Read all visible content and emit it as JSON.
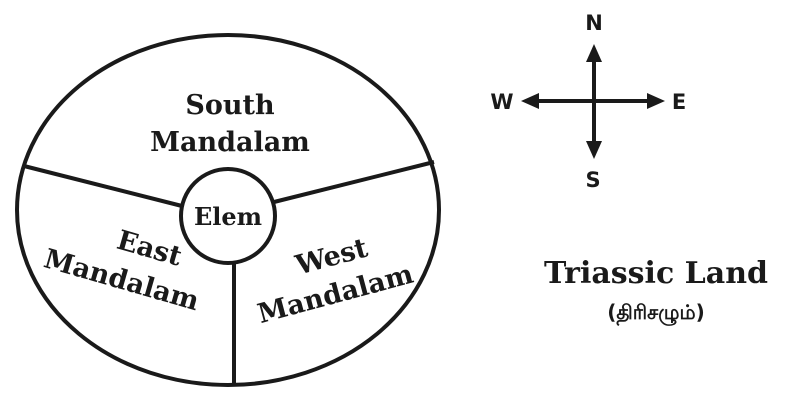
{
  "colors": {
    "ink": "#1a1a1a",
    "background": "#ffffff"
  },
  "map": {
    "regions": {
      "south": [
        "South",
        "Mandalam"
      ],
      "east": [
        "East",
        "Mandalam"
      ],
      "west": [
        "West",
        "Mandalam"
      ]
    },
    "center": "Elem"
  },
  "compass": {
    "north": "N",
    "south": "S",
    "east": "E",
    "west": "W"
  },
  "title": "Triassic Land",
  "subtitle": "(திரிசழும்)"
}
